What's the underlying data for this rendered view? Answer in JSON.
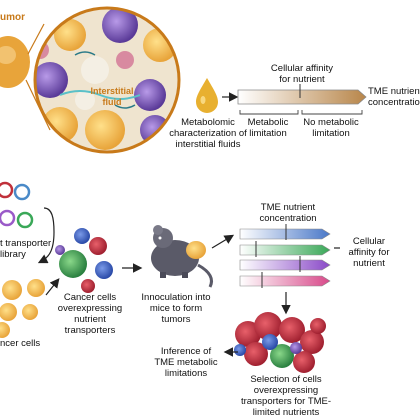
{
  "labels": {
    "tumor": "umor",
    "interstitial_fluid": "Interstitial\nfluid",
    "metabolomic": "Metabolomic\ncharacterization of\ninterstitial fluids",
    "cellular_affinity_top": "Cellular affinity\nfor nutrient",
    "tme_nutrient_top": "TME nutrient\nconcentration",
    "metabolic_limitation": "Metabolic\nlimitation",
    "no_metabolic_limitation": "No metabolic\nlimitation",
    "transporter_library": "t transporter\nlibrary",
    "cancer_cells_overexpressing": "Cancer cells\noverexpressing\nnutrient\ntransporters",
    "innoculation": "Innoculation into\nmice to form\ntumors",
    "tme_nutrient_mid": "TME nutrient\nconcentration",
    "cellular_affinity_mid": "Cellular\naffinity for\nnutrient",
    "cancer_cells": "ncer cells",
    "inference": "Inference of\nTME metabolic\nlimitations",
    "selection": "Selection of cells\noverexpressing\ntransporters for TME-\nlimited nutrients"
  },
  "colors": {
    "orange": "#e8a43a",
    "gradient_top": "#b8864a",
    "bar_blue": "#4a78c8",
    "bar_green": "#3aa858",
    "bar_purple": "#8a4ac8",
    "bar_pink": "#d84a8a",
    "cell_red": "#c0303a",
    "cell_blue": "#3a5ab8",
    "cell_green": "#4aa050",
    "cell_purple": "#7a5ab8"
  },
  "icons": [
    "fluid-drop-icon",
    "mouse-icon",
    "plasmid-icon",
    "cancer-cell-icon"
  ]
}
